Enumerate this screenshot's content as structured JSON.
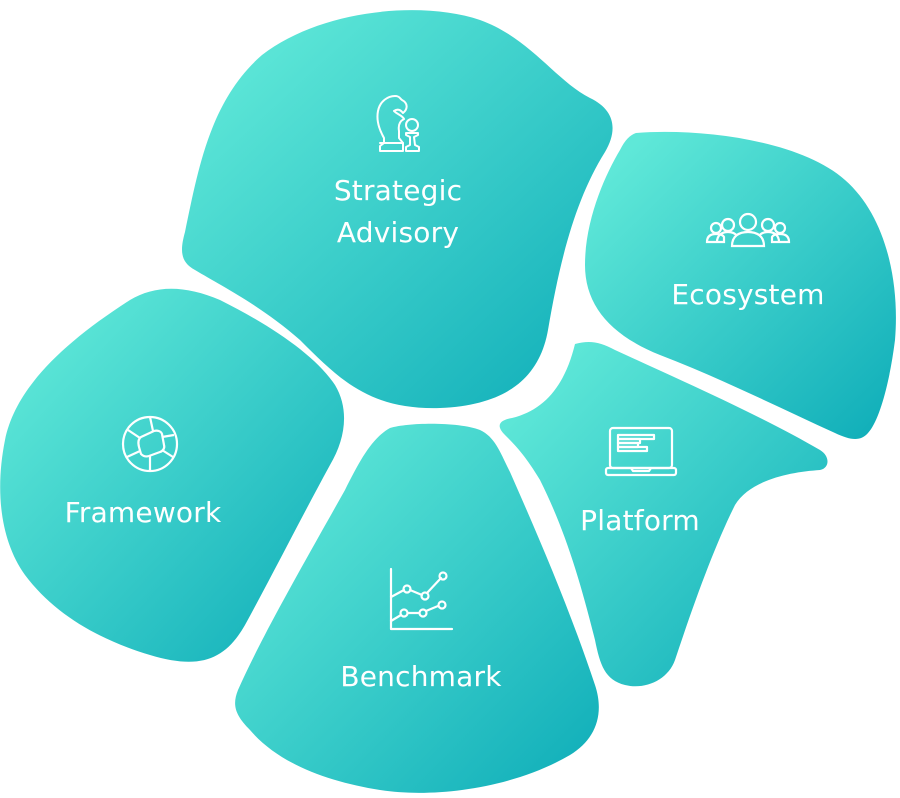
{
  "colors": {
    "gradient_light": "#5fe8d8",
    "gradient_dark": "#0dacb8",
    "text": "#ffffff",
    "background": "#ffffff"
  },
  "segments": [
    {
      "id": "strategic-advisory",
      "label_line1": "Strategic",
      "label_line2": "Advisory",
      "icon": "chess-knight-pawn-icon"
    },
    {
      "id": "ecosystem",
      "label": "Ecosystem",
      "icon": "people-group-icon"
    },
    {
      "id": "framework",
      "label": "Framework",
      "icon": "segmented-circle-icon"
    },
    {
      "id": "platform",
      "label": "Platform",
      "icon": "laptop-chart-icon"
    },
    {
      "id": "benchmark",
      "label": "Benchmark",
      "icon": "line-chart-icon"
    }
  ]
}
